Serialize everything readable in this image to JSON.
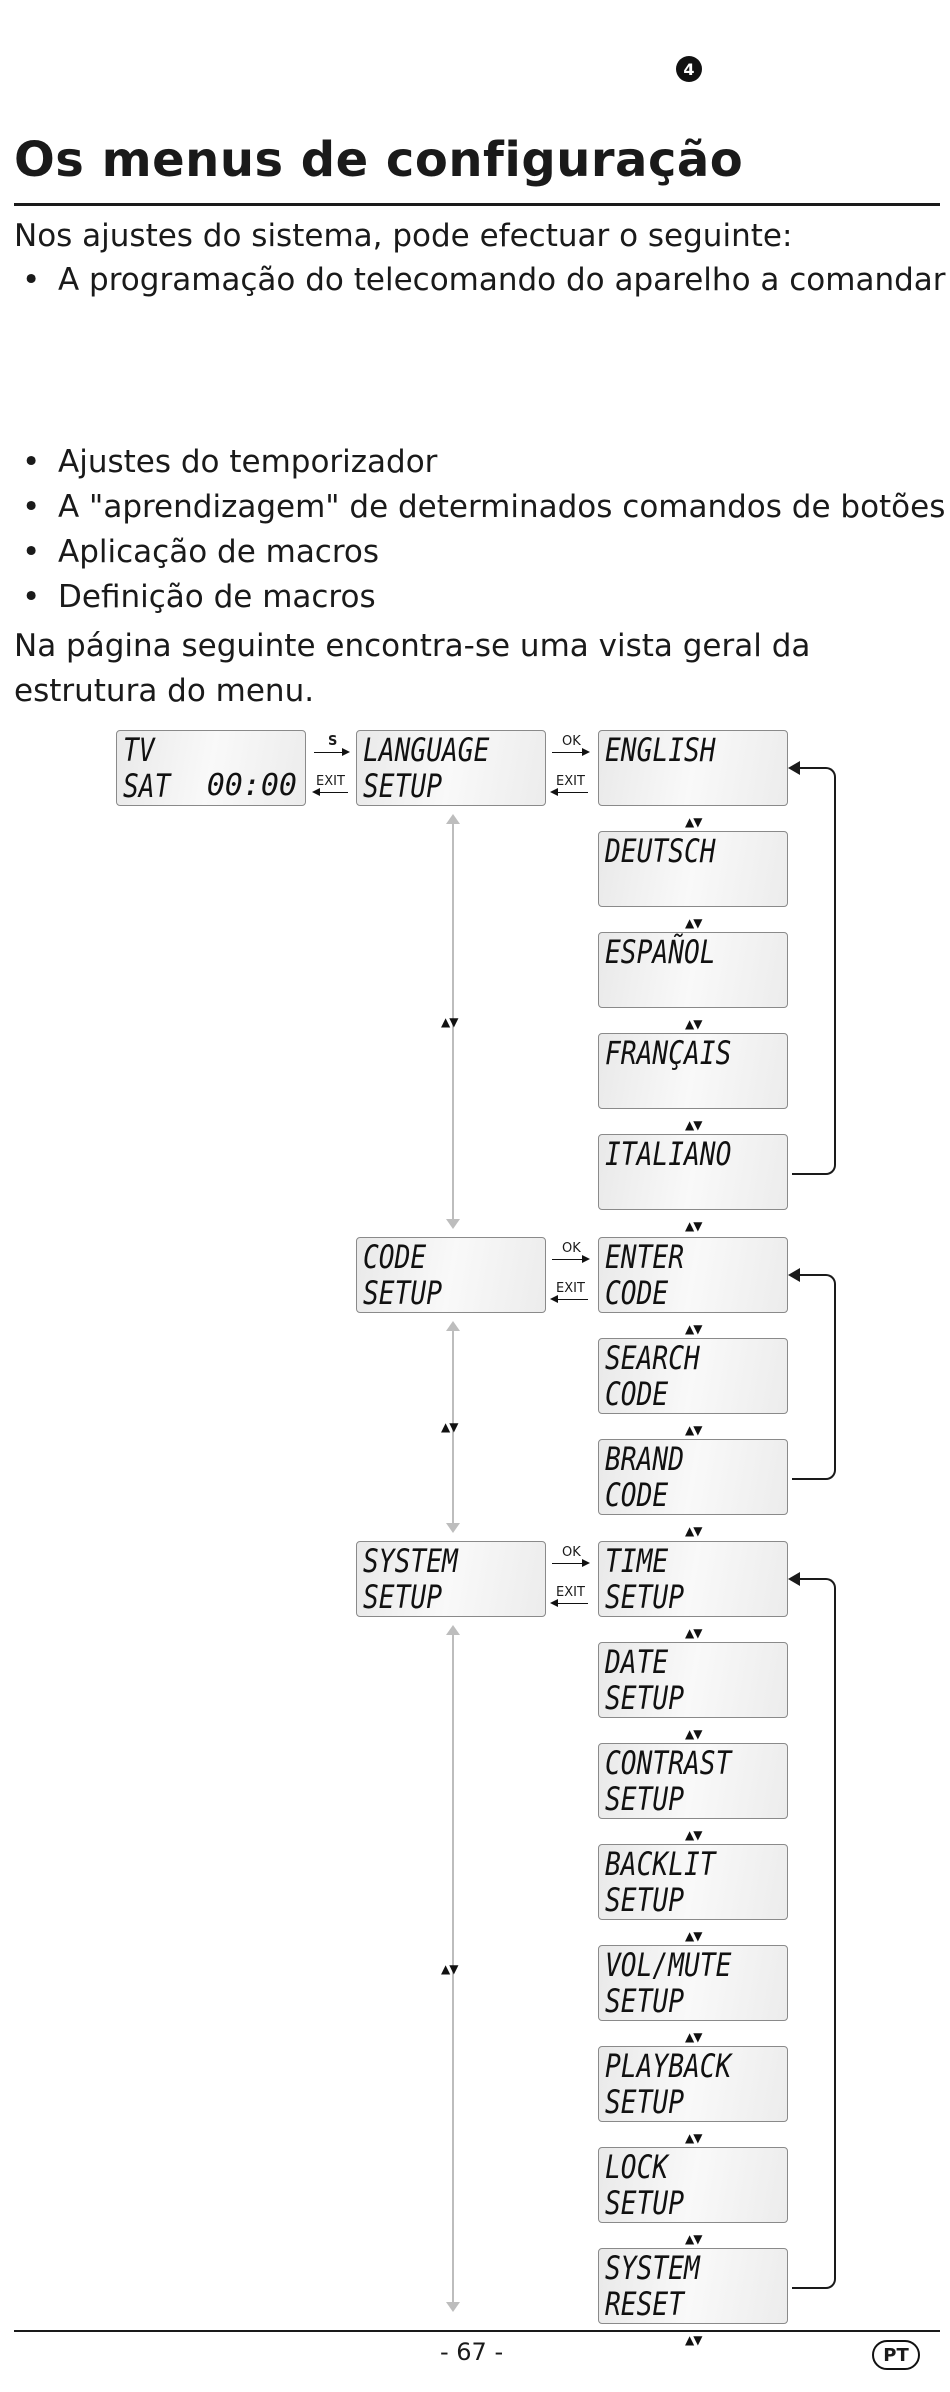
{
  "page_badge": "4",
  "title": "Os menus de configuração",
  "intro": "Nos ajustes do sistema, pode efectuar o seguinte:",
  "bullets_a": [
    "A programação do telecomando do aparelho a comandar"
  ],
  "bullets_b": [
    "Ajustes do temporizador",
    "A \"aprendizagem\" de determinados comandos de botões",
    "Aplicação de macros",
    "Definição de macros"
  ],
  "paragraph": "Na página seguinte encontra-se uma vista geral da estrutura do menu.",
  "diagram": {
    "start_display": {
      "line1": "TV",
      "line2": "SAT",
      "time": "00:00"
    },
    "labels": {
      "s": "S",
      "ok": "OK",
      "exit": "EXIT"
    },
    "up_down": "▲▼",
    "menus": [
      {
        "line1": "LANGUAGE",
        "line2": "SETUP",
        "items": [
          [
            "ENGLISH",
            ""
          ],
          [
            "DEUTSCH",
            ""
          ],
          [
            "ESPAÑOL",
            ""
          ],
          [
            "FRANÇAIS",
            ""
          ],
          [
            "ITALIANO",
            ""
          ]
        ]
      },
      {
        "line1": "CODE",
        "line2": "SETUP",
        "items": [
          [
            "ENTER",
            "CODE"
          ],
          [
            "SEARCH",
            "CODE"
          ],
          [
            "BRAND",
            "CODE"
          ]
        ]
      },
      {
        "line1": "SYSTEM",
        "line2": "SETUP",
        "items": [
          [
            "TIME",
            "SETUP"
          ],
          [
            "DATE",
            "SETUP"
          ],
          [
            "CONTRAST",
            "SETUP"
          ],
          [
            "BACKLIT",
            "SETUP"
          ],
          [
            "VOL/MUTE",
            "SETUP"
          ],
          [
            "PLAYBACK",
            "SETUP"
          ],
          [
            "LOCK",
            "SETUP"
          ],
          [
            "SYSTEM",
            "RESET"
          ]
        ]
      }
    ]
  },
  "footer": {
    "page_number": "- 67 -",
    "language": "PT"
  }
}
